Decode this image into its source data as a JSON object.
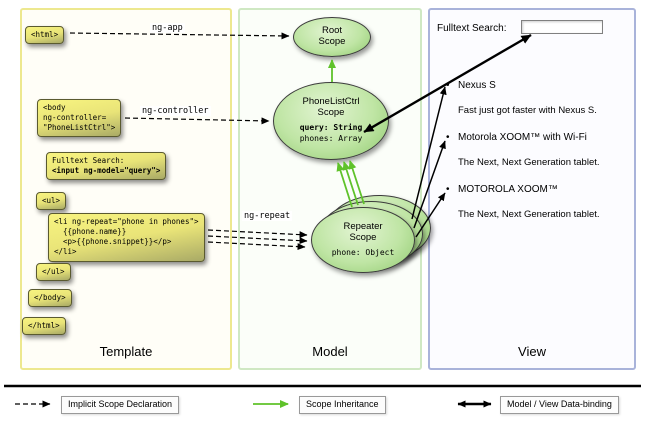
{
  "columns": {
    "template": "Template",
    "model": "Model",
    "view": "View"
  },
  "arrows": {
    "ng_app": "ng-app",
    "ng_controller": "ng-controller",
    "ng_repeat": "ng-repeat"
  },
  "template_code": {
    "boxes": [
      {
        "lines": [
          "<html>"
        ]
      },
      {
        "lines": [
          "<body",
          "ng-controller=",
          "\"PhoneListCtrl\">"
        ]
      },
      {
        "lines": [
          "Fulltext Search:",
          "<input ng-model=\"query\">"
        ]
      },
      {
        "lines": [
          "<ul>"
        ]
      },
      {
        "lines": [
          "<li ng-repeat=\"phone in phones\">",
          "{{phone.name}}",
          "<p>{{phone.snippet}}</p>",
          "</li>"
        ]
      },
      {
        "lines": [
          "</ul>"
        ]
      },
      {
        "lines": [
          "</body>"
        ]
      },
      {
        "lines": [
          "</html>"
        ]
      }
    ]
  },
  "model": {
    "root_scope": {
      "title": [
        "Root",
        "Scope"
      ]
    },
    "phonelist_scope": {
      "title": [
        "PhoneListCtrl",
        "Scope"
      ],
      "query": "query: String",
      "phones": "phones: Array"
    },
    "repeater_scope": {
      "title": [
        "Repeater",
        "Scope"
      ],
      "phone": "phone: Object"
    }
  },
  "view": {
    "search_label": "Fulltext Search:",
    "search_value": "",
    "items": [
      {
        "title": "Nexus S",
        "desc": "Fast just got faster with Nexus S."
      },
      {
        "title": "Motorola XOOM™ with Wi-Fi",
        "desc": "The Next, Next Generation tablet."
      },
      {
        "title": "MOTOROLA XOOM™",
        "desc": "The Next, Next Generation tablet."
      }
    ]
  },
  "legend": {
    "implicit": "Implicit Scope Declaration",
    "inheritance": "Scope Inheritance",
    "binding": "Model / View Data-binding"
  }
}
